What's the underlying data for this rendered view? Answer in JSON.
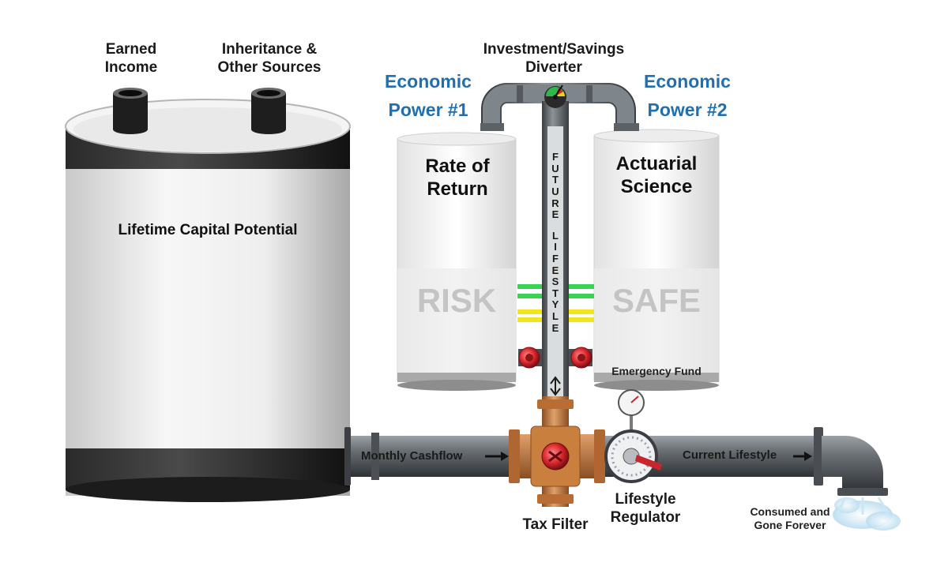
{
  "labels": {
    "earned_income": [
      "Earned",
      "Income"
    ],
    "inheritance": [
      "Inheritance &",
      "Other Sources"
    ],
    "diverter": [
      "Investment/Savings",
      "Diverter"
    ],
    "econ1": [
      "Economic",
      "Power #1"
    ],
    "econ2": [
      "Economic",
      "Power #2"
    ],
    "rate_of_return": [
      "Rate of",
      "Return"
    ],
    "actuarial": [
      "Actuarial",
      "Science"
    ],
    "lifetime_capital": "Lifetime Capital Potential",
    "risk": "RISK",
    "safe": "SAFE",
    "emergency_fund": "Emergency Fund",
    "vertical_pipe": [
      "FUTURE",
      "LIFESTYLE"
    ],
    "monthly_cashflow": "Monthly Cashflow",
    "current_lifestyle": "Current Lifestyle",
    "tax_filter": "Tax Filter",
    "lifestyle_regulator": [
      "Lifestyle",
      "Regulator"
    ],
    "consumed": [
      "Consumed and",
      "Gone Forever"
    ]
  },
  "colors": {
    "accent_blue": "#1f6fb2",
    "valve_red": "#c8262c",
    "indicator_green": "#39d353",
    "indicator_yellow": "#f2e51c",
    "pipe_gray": "#5c6166",
    "copper": "#c0793f"
  }
}
